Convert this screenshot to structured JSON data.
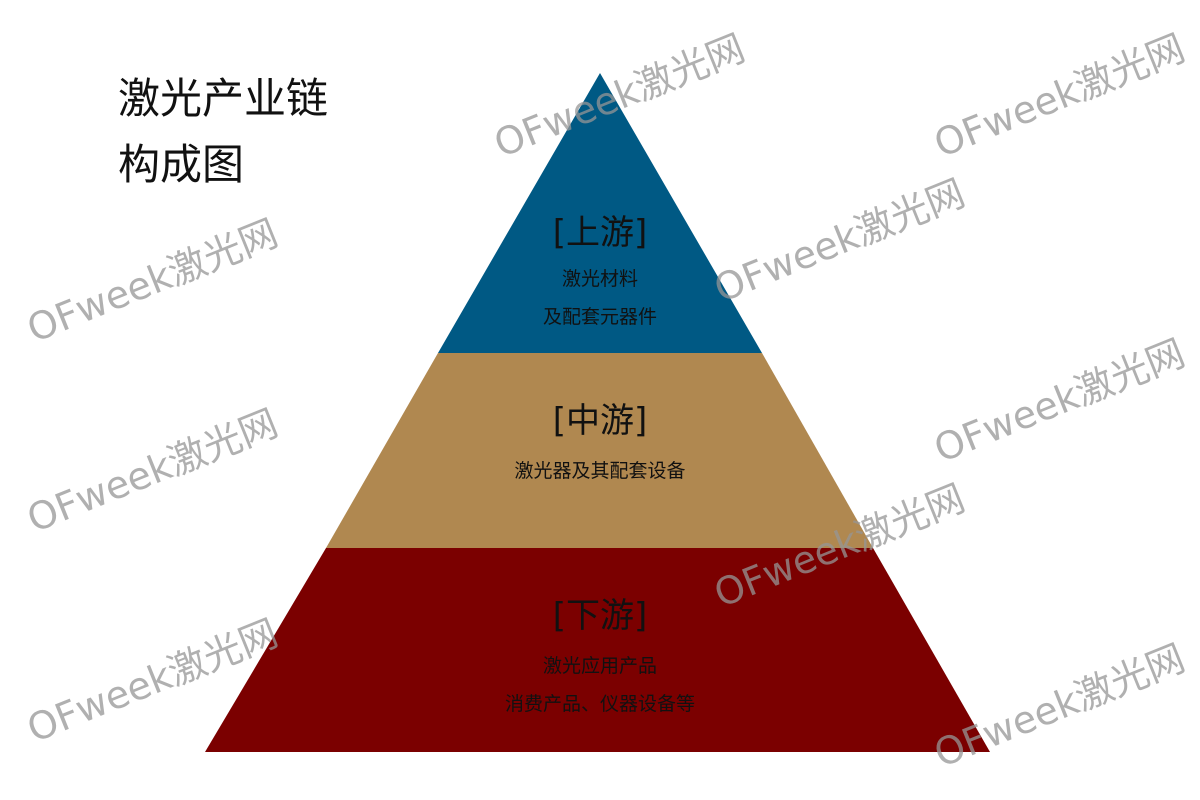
{
  "title": {
    "line1": "激光产业链",
    "line2": "构成图"
  },
  "tiers": [
    {
      "heading": "[上游]",
      "lines": [
        "激光材料",
        "及配套元器件"
      ],
      "color": "#005984"
    },
    {
      "heading": "[中游]",
      "lines": [
        "激光器及其配套设备"
      ],
      "color": "#b08850"
    },
    {
      "heading": "[下游]",
      "lines": [
        "激光应用产品",
        "消费产品、仪器设备等"
      ],
      "color": "#7b0000"
    }
  ],
  "watermark": "OFweek激光网"
}
